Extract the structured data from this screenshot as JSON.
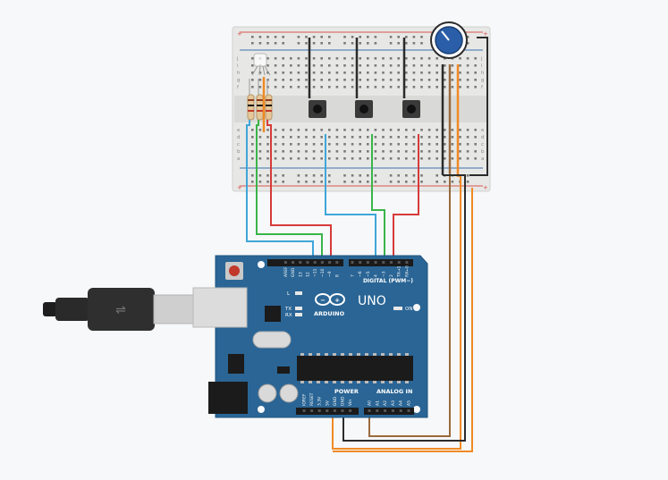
{
  "board": {
    "brand": "ARDUINO",
    "model": "UNO",
    "on_label": "ON",
    "led_l": "L",
    "led_tx": "TX",
    "led_rx": "RX",
    "digital_header": "DIGITAL (PWM~)",
    "power_header": "POWER",
    "analog_header": "ANALOG IN",
    "digital_pins": [
      "AREF",
      "GND",
      "13",
      "12",
      "~11",
      "~10",
      "~9",
      "8",
      "7",
      "~6",
      "~5",
      "4",
      "~3",
      "2",
      "TX→1",
      "RX←0"
    ],
    "power_pins": [
      "IOREF",
      "RESET",
      "3.3V",
      "5V",
      "GND",
      "GND",
      "Vin"
    ],
    "analog_pins": [
      "A0",
      "A1",
      "A2",
      "A3",
      "A4",
      "A5"
    ]
  },
  "breadboard": {
    "rows_top": [
      "j",
      "i",
      "h",
      "g",
      "f"
    ],
    "rows_bottom": [
      "e",
      "d",
      "c",
      "b",
      "a"
    ],
    "column_count": 30,
    "rail_plus": "+",
    "rail_minus": "-"
  },
  "components": {
    "buttons": 3,
    "resistors": 3,
    "rgb_led": 1,
    "potentiometer": 1
  },
  "colors": {
    "board_blue": "#2a6595",
    "wire_blue": "#3fa6d9",
    "wire_green": "#3ab54a",
    "wire_red": "#d63a3a",
    "wire_orange": "#f08a24",
    "wire_brown": "#9a6a3d",
    "wire_black": "#2b2b2b"
  }
}
